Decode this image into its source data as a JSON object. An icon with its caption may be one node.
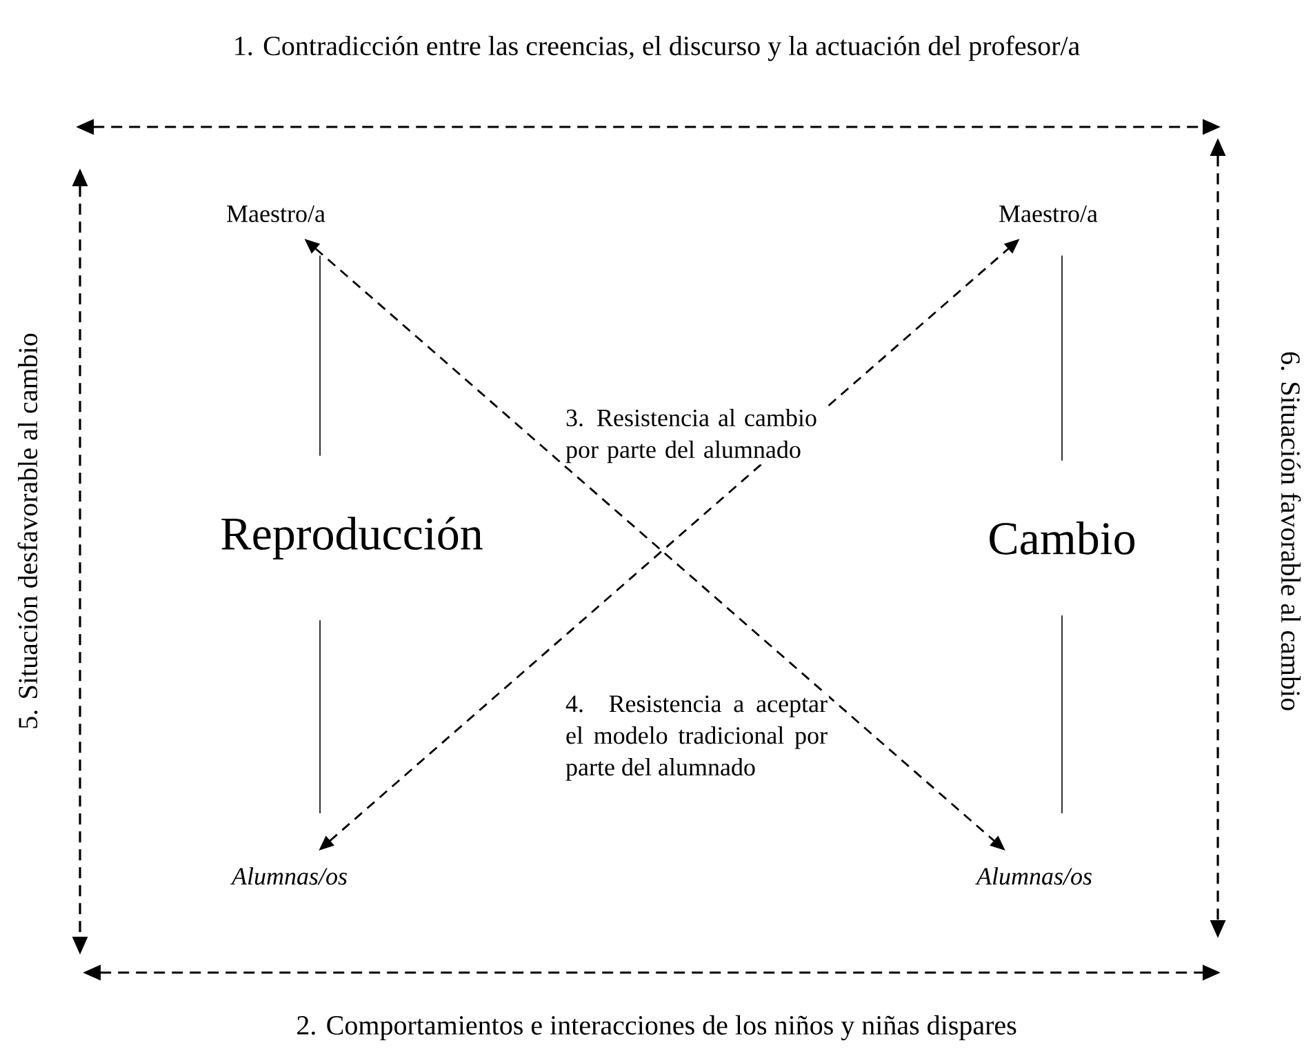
{
  "diagram": {
    "title": "1. Contradicción entre las creencias, el discurso y la actuación del profesor/a",
    "nodes": [
      {
        "text": [
          "Maestro/a"
        ]
      },
      {
        "text": [
          "Alumnas/os"
        ]
      },
      {
        "text": [
          "Maestro/a"
        ]
      },
      {
        "text": [
          "Alumnas/os"
        ]
      },
      {
        "text": [
          "Reproducción"
        ]
      },
      {
        "text": [
          "Cambio"
        ]
      }
    ],
    "edges": [
      {
        "from": 0,
        "to": 4,
        "arrow": "none"
      },
      {
        "from": 4,
        "to": 1,
        "arrow": "none"
      },
      {
        "from": 2,
        "to": 5,
        "arrow": "none"
      },
      {
        "from": 5,
        "to": 3,
        "arrow": "none"
      },
      {
        "from": 1,
        "to": 2,
        "arrow": "both",
        "style": "dashed",
        "label": "3. Resistencia al cambio por parte del alumnado"
      },
      {
        "from": 0,
        "to": 3,
        "arrow": "both",
        "style": "dashed",
        "label": "4. Resistencia a aceptar el modelo tradicional por parte del alumnado"
      }
    ],
    "labels": [
      "5. Situación desfavorable al cambio",
      "6. Situación favorable al cambio",
      "2. Comportamientos e interacciones de los niños y niñas dispares"
    ]
  }
}
